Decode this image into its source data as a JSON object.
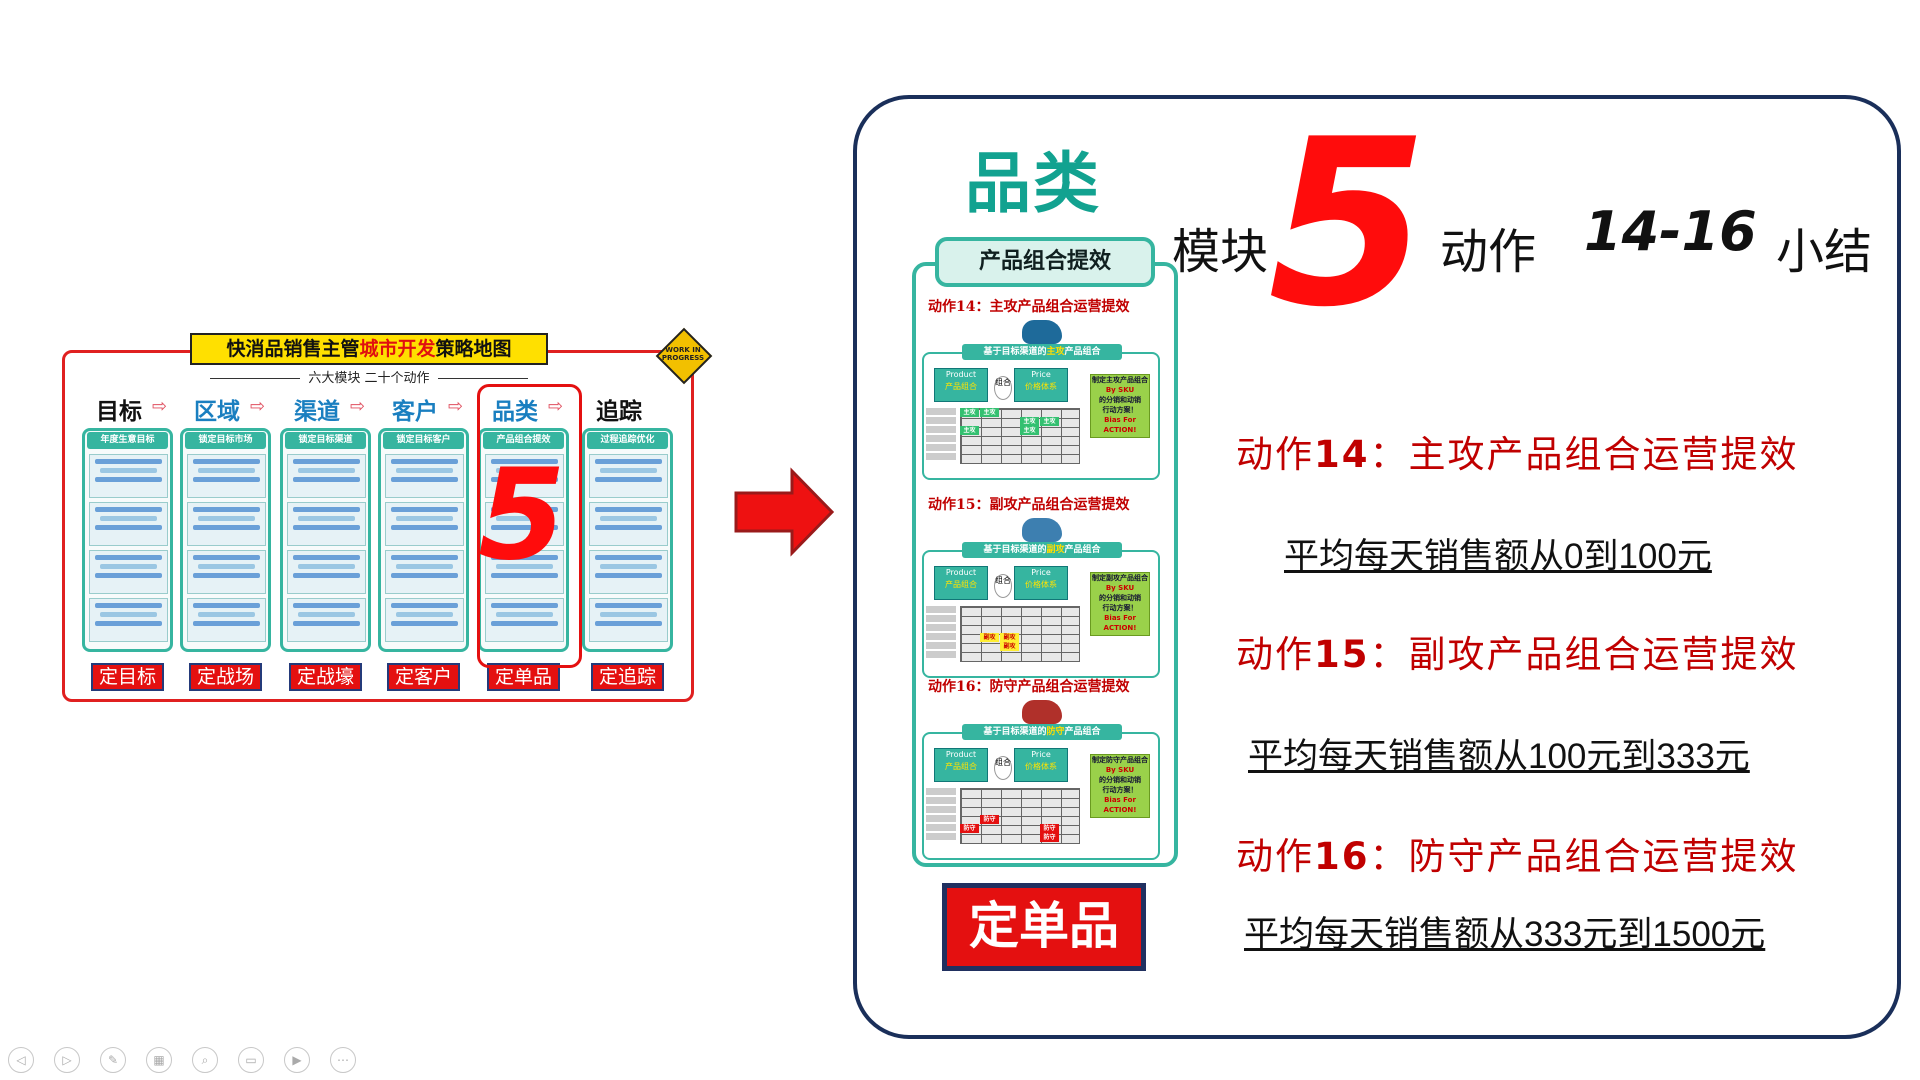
{
  "left_map": {
    "title_prefix": "快消品销售主管",
    "title_highlight": "城市开发",
    "title_suffix": "策略地图",
    "subtitle": "六大模块 二十个动作",
    "badge": "WORK IN PROGRESS",
    "modules": [
      "目标",
      "区域",
      "渠道",
      "客户",
      "品类",
      "追踪"
    ],
    "module_colors": [
      "#111111",
      "#1a7fc0",
      "#1a7fc0",
      "#1a7fc0",
      "#1a7fc0",
      "#111111"
    ],
    "arrow_glyph": "⇨",
    "column_headers": [
      "年度生意目标",
      "锁定目标市场",
      "锁定目标渠道",
      "锁定目标客户",
      "产品组合提效",
      "过程追踪优化"
    ],
    "buttons": [
      "定目标",
      "定战场",
      "定战壕",
      "定客户",
      "定单品",
      "定追踪"
    ],
    "overlay_number": "5"
  },
  "panel": {
    "category": "品类",
    "card_header": "产品组合提效",
    "heading_prefix": "模块",
    "big_number": "5",
    "heading_action": "动作",
    "heading_range": "14-16",
    "heading_suffix": "小结",
    "button": "定单品",
    "mini_cards": [
      {
        "action": "动作14：主攻产品组合运营提效",
        "header_pre": "基于目标渠道的",
        "header_hl": "主攻",
        "header_post": "产品组合",
        "animal": "bull-icon",
        "animal_color": "#1e6a9a",
        "product_en": "Product",
        "product_cn": "产品组合",
        "price_en": "Price",
        "price_cn": "价格体系",
        "mid": "组合",
        "green_box": [
          "制定主攻产品组合",
          "By SKU",
          "的分销和动销",
          "行动方案！",
          "Bias For ACTION!"
        ],
        "tag": "主攻"
      },
      {
        "action": "动作15：副攻产品组合运营提效",
        "header_pre": "基于目标渠道的",
        "header_hl": "副攻",
        "header_post": "产品组合",
        "animal": "bear-icon-blue",
        "animal_color": "#3d7fb0",
        "product_en": "Product",
        "product_cn": "产品组合",
        "price_en": "Price",
        "price_cn": "价格体系",
        "mid": "组合",
        "green_box": [
          "制定副攻产品组合",
          "By SKU",
          "的分销和动销",
          "行动方案！",
          "Bias For ACTION!"
        ],
        "tag": "副攻"
      },
      {
        "action": "动作16：防守产品组合运营提效",
        "header_pre": "基于目标渠道的",
        "header_hl": "防守",
        "header_post": "产品组合",
        "animal": "bear-icon-red",
        "animal_color": "#b0302a",
        "product_en": "Product",
        "product_cn": "产品组合",
        "price_en": "Price",
        "price_cn": "价格体系",
        "mid": "组合",
        "green_box": [
          "制定防守产品组合",
          "By SKU",
          "的分销和动销",
          "行动方案！",
          "Bias For ACTION!"
        ],
        "tag": "防守"
      }
    ],
    "actions": [
      {
        "prefix": "动作",
        "num": "14",
        "rest": "：主攻产品组合运营提效",
        "sales": "平均每天销售额从0到100元"
      },
      {
        "prefix": "动作",
        "num": "15",
        "rest": "：副攻产品组合运营提效",
        "sales": "平均每天销售额从100元到333元"
      },
      {
        "prefix": "动作",
        "num": "16",
        "rest": "：防守产品组合运营提效",
        "sales": "平均每天销售额从333元到1500元"
      }
    ]
  },
  "toolbar": {
    "icons": [
      "prev-icon",
      "next-icon",
      "pen-icon",
      "slides-icon",
      "zoom-icon",
      "subtitle-icon",
      "video-icon",
      "more-icon"
    ],
    "glyphs": [
      "◁",
      "▷",
      "✎",
      "▦",
      "⌕",
      "▭",
      "▶",
      "⋯"
    ]
  },
  "colors": {
    "accent_teal": "#36b5a0",
    "red": "#e41010",
    "navy": "#1a2f5a",
    "title_yellow": "#ffe000"
  }
}
